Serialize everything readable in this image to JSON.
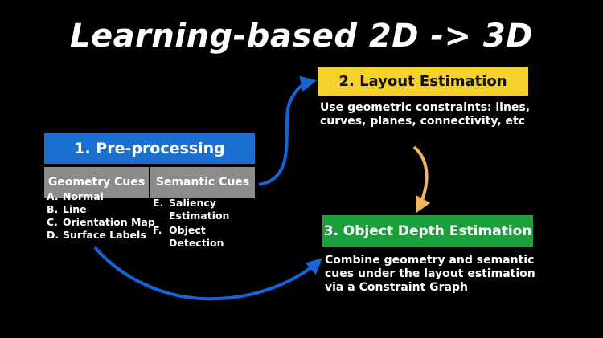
{
  "title": "Learning-based 2D -> 3D",
  "preprocessing": {
    "label": "1. Pre-processing",
    "geometry_cues": {
      "label": "Geometry Cues",
      "items": [
        {
          "key": "A.",
          "text": "Normal"
        },
        {
          "key": "B.",
          "text": "Line"
        },
        {
          "key": "C.",
          "text": "Orientation Map"
        },
        {
          "key": "D.",
          "text": "Surface Labels"
        }
      ]
    },
    "semantic_cues": {
      "label": "Semantic Cues",
      "items": [
        {
          "key": "E.",
          "text": "Saliency Estimation"
        },
        {
          "key": "F.",
          "text": "Object Detection"
        }
      ]
    }
  },
  "layout_estimation": {
    "label": "2. Layout Estimation",
    "description": "Use geometric constraints: lines, curves, planes, connectivity,  etc"
  },
  "object_depth": {
    "label": "3. Object Depth Estimation",
    "description": "Combine geometry and semantic cues under the layout estimation via a Constraint Graph"
  },
  "colors": {
    "preprocessing": "#1a6fd0",
    "cues": "#8c8c8c",
    "layout": "#f5d12b",
    "depth": "#1aa03a",
    "blue_arrow": "#1565d8",
    "orange_arrow": "#f2b65a"
  }
}
